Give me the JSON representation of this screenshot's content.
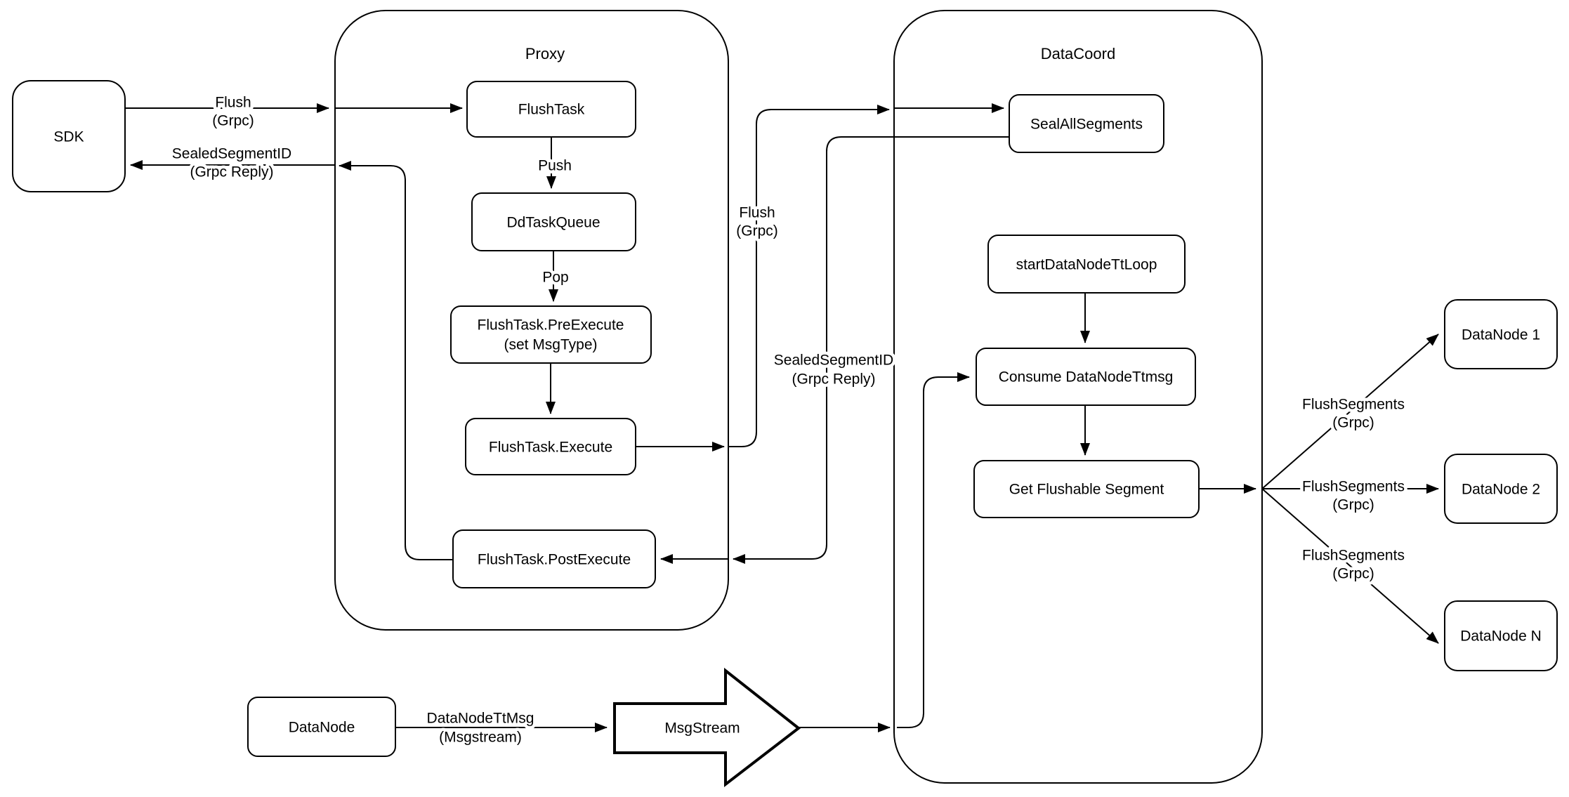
{
  "diagram": {
    "background_color": "#ffffff",
    "line_color": "#000000",
    "containers": {
      "proxy": {
        "title": "Proxy"
      },
      "datacoord": {
        "title": "DataCoord"
      }
    },
    "nodes": {
      "sdk": "SDK",
      "flush_task": "FlushTask",
      "dd_task_queue": "DdTaskQueue",
      "pre_execute_line1": "FlushTask.PreExecute",
      "pre_execute_line2": "(set MsgType)",
      "execute": "FlushTask.Execute",
      "post_execute": "FlushTask.PostExecute",
      "seal_all_segments": "SealAllSegments",
      "start_datanode_tt_loop": "startDataNodeTtLoop",
      "consume_datanode_ttmsg": "Consume DataNodeTtmsg",
      "get_flushable_segment": "Get Flushable Segment",
      "datanode": "DataNode",
      "msgstream": "MsgStream",
      "datanode_1": "DataNode 1",
      "datanode_2": "DataNode 2",
      "datanode_n": "DataNode N"
    },
    "edge_labels": {
      "flush_sdk_line1": "Flush",
      "flush_sdk_line2": "(Grpc)",
      "push": "Push",
      "pop": "Pop",
      "flush_grpc_line1": "Flush",
      "flush_grpc_line2": "(Grpc)",
      "sealed_reply_sdk_line1": "SealedSegmentID",
      "sealed_reply_sdk_line2": "(Grpc Reply)",
      "sealed_reply_dc_line1": "SealedSegmentID",
      "sealed_reply_dc_line2": "(Grpc Reply)",
      "flush_segments1_line1": "FlushSegments",
      "flush_segments1_line2": "(Grpc)",
      "flush_segments2_line1": "FlushSegments",
      "flush_segments2_line2": "(Grpc)",
      "flush_segments3_line1": "FlushSegments",
      "flush_segments3_line2": "(Grpc)",
      "datanode_ttmsg_line1": "DataNodeTtMsg",
      "datanode_ttmsg_line2": "(Msgstream)"
    }
  }
}
